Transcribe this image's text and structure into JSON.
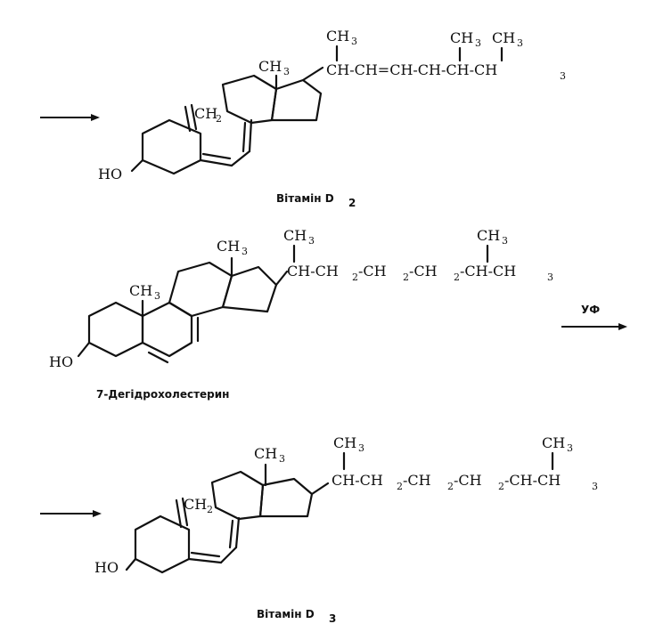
{
  "captions": {
    "vitamin_d2": "Вітамін D",
    "vitamin_d2_sub": "2",
    "dehydrocholesterol": "7-Дегідрохолестерин",
    "vitamin_d3": "Вітамін D",
    "vitamin_d3_sub": "3",
    "uv_label": "УФ"
  },
  "d2": {
    "ch3_top": "CH",
    "ch3_top_sub": "3",
    "ch3_a": "CH",
    "ch3_a_sub": "3",
    "ch3_b": "CH",
    "ch3_b_sub": "3",
    "methyl": "CH",
    "methyl_sub": "3",
    "chain": "CH-CH=CH-CH-CH-CH",
    "chain_end_sub": "3",
    "ch2": "CH",
    "ch2_sub": "2",
    "ho": "HO"
  },
  "dhc": {
    "ch3_top": "CH",
    "ch3_top_sub": "3",
    "ch3_branch": "CH",
    "ch3_branch_sub": "3",
    "methyl_c": "CH",
    "methyl_c_sub": "3",
    "methyl_a": "CH",
    "methyl_a_sub": "3",
    "chain_1": "CH-CH",
    "chain_2": "-CH",
    "chain_3": "-CH",
    "chain_4": "-CH-CH",
    "sub2": "2",
    "sub3": "3",
    "ho": "HO"
  },
  "d3": {
    "ch3_top": "CH",
    "ch3_top_sub": "3",
    "ch3_branch": "CH",
    "ch3_branch_sub": "3",
    "methyl": "CH",
    "methyl_sub": "3",
    "chain_1": "CH-CH",
    "chain_2": "-CH",
    "chain_3": "-CH",
    "chain_4": "-CH-CH",
    "sub2": "2",
    "sub3": "3",
    "ch2": "CH",
    "ch2_sub": "2",
    "ho": "HO"
  }
}
